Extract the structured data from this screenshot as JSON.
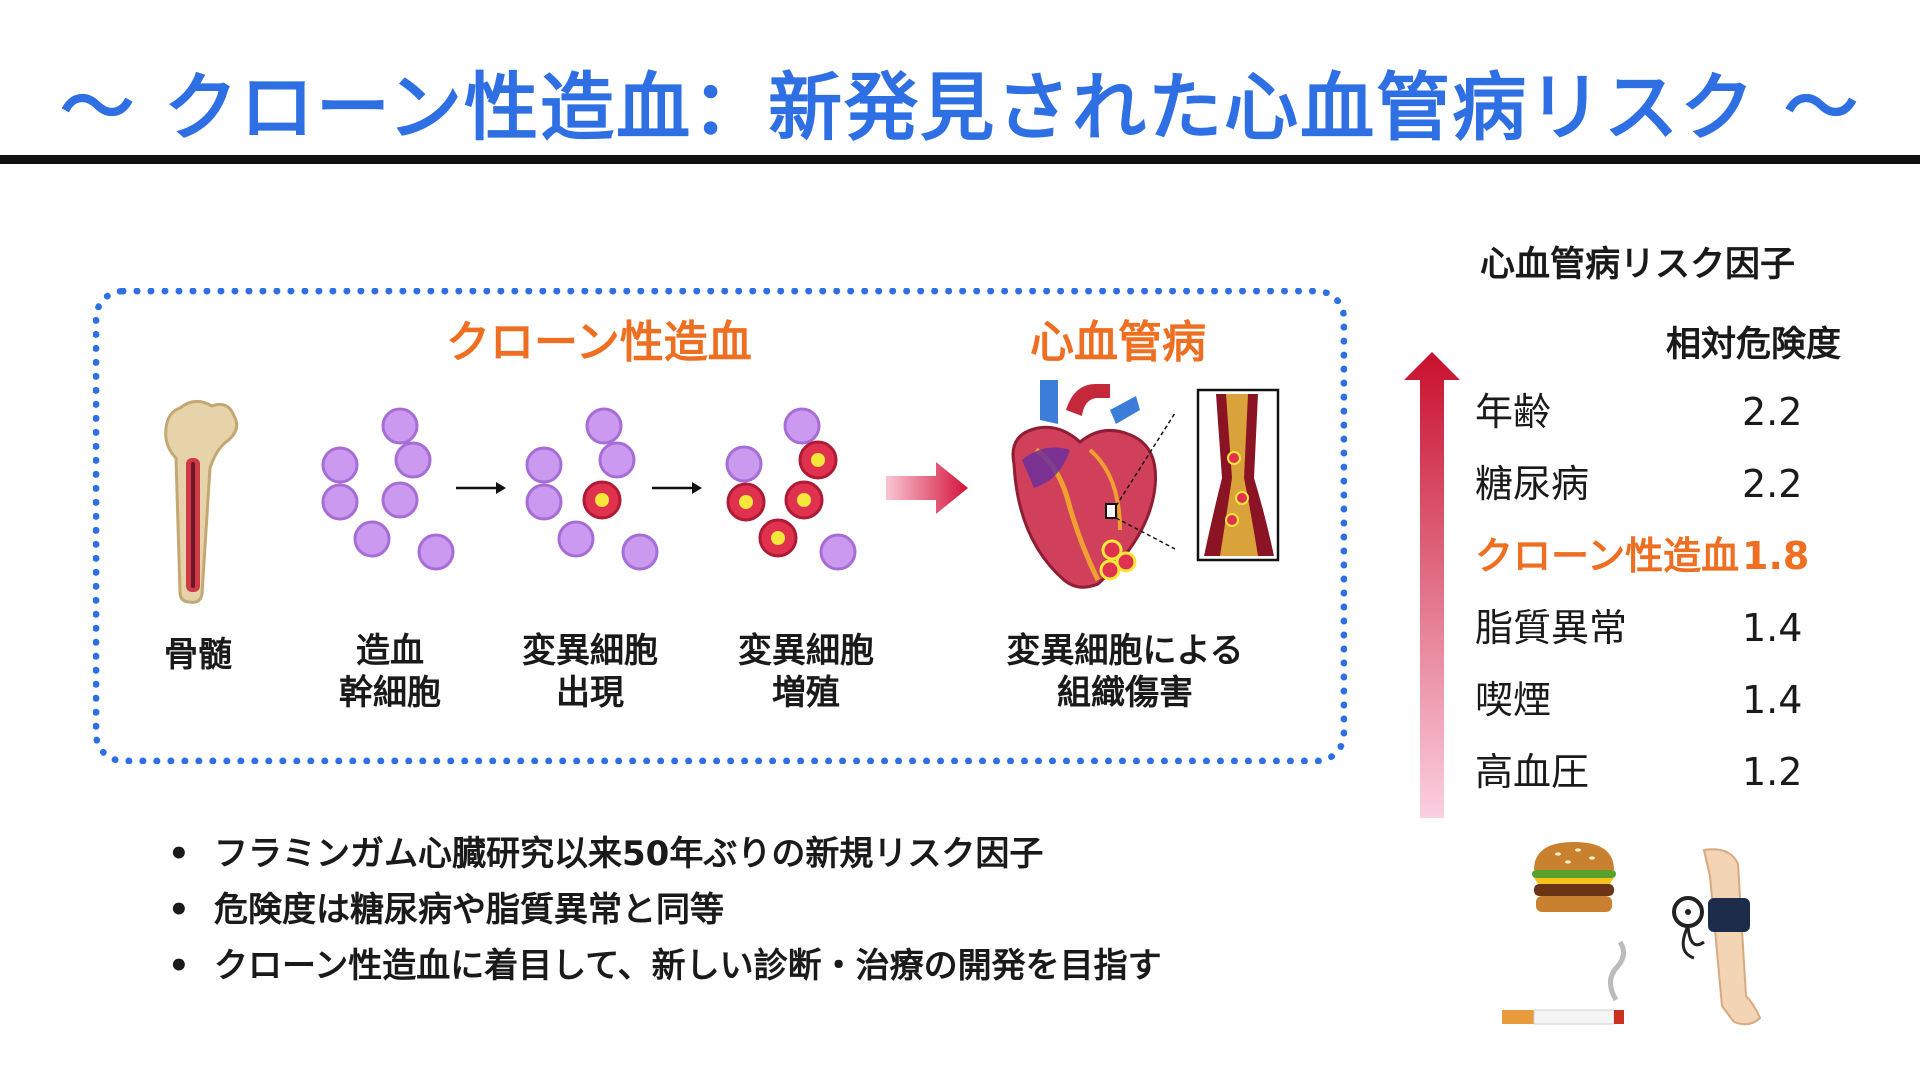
{
  "title": "〜 クローン性造血：新発見された心血管病リスク 〜",
  "colors": {
    "title": "#2f6fe4",
    "accent": "#ee6f22",
    "border": "#2f6fe4",
    "cell_purple": "#cc99f0",
    "cell_red": "#e0324f",
    "arrow_red": "#d4123a"
  },
  "diagram": {
    "section_left": "クローン性造血",
    "section_right": "心血管病",
    "stages": [
      {
        "line1": "骨髄",
        "line2": ""
      },
      {
        "line1": "造血",
        "line2": "幹細胞"
      },
      {
        "line1": "変異細胞",
        "line2": "出現"
      },
      {
        "line1": "変異細胞",
        "line2": "増殖"
      },
      {
        "line1": "変異細胞による",
        "line2": "組織傷害"
      }
    ],
    "icons": [
      "bone-icon",
      "stem-cell-cluster-icon",
      "mutant-cell-cluster-icon",
      "mutant-cell-expansion-icon",
      "heart-icon",
      "artery-plaque-icon"
    ]
  },
  "bullets": {
    "marker": "•",
    "items": [
      "フラミンガム心臓研究以来50年ぶりの新規リスク因子",
      "危険度は糖尿病や脂質異常と同等",
      "クローン性造血に着目して、新しい診断・治療の開発を目指す"
    ]
  },
  "risk_table": {
    "header": "心血管病リスク因子",
    "column_label": "相対危険度",
    "rows": [
      {
        "name": "年齢",
        "value": "2.2",
        "highlight": false
      },
      {
        "name": "糖尿病",
        "value": "2.2",
        "highlight": false
      },
      {
        "name": "クローン性造血",
        "value": "1.8",
        "highlight": true
      },
      {
        "name": "脂質異常",
        "value": "1.4",
        "highlight": false
      },
      {
        "name": "喫煙",
        "value": "1.4",
        "highlight": false
      },
      {
        "name": "高血圧",
        "value": "1.2",
        "highlight": false
      }
    ],
    "icons": [
      "hamburger-icon",
      "cigarette-icon",
      "blood-pressure-cuff-icon"
    ]
  }
}
